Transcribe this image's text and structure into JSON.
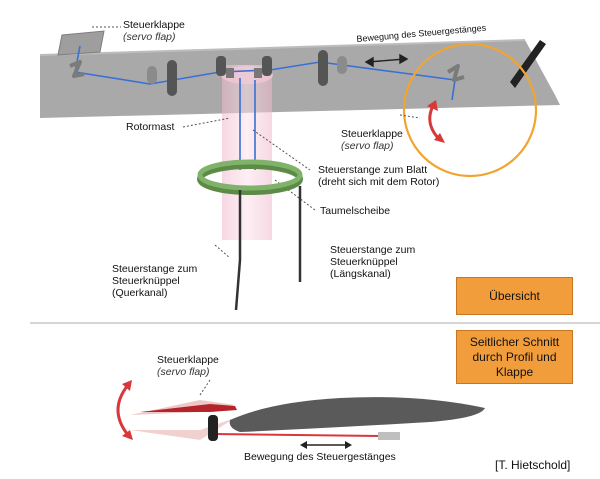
{
  "labels": {
    "servo_flap_top": "Steuerklappe",
    "servo_flap_top_en": "(servo flap)",
    "linkage_motion_top": "Bewegung des Steuergestänges",
    "rotor_mast": "Rotormast",
    "servo_flap_right": "Steuerklappe",
    "servo_flap_right_en": "(servo flap)",
    "blade_rod_line1": "Steuerstange zum Blatt",
    "blade_rod_line2": "(dreht sich mit dem Rotor)",
    "swashplate": "Taumelscheibe",
    "stick_long_line1": "Steuerstange zum",
    "stick_long_line2": "Steuerknüppel",
    "stick_long_line3": "(Längskanal)",
    "stick_lat_line1": "Steuerstange zum",
    "stick_lat_line2": "Steuerknüppel",
    "stick_lat_line3": "(Querkanal)",
    "servo_flap_bottom": "Steuerklappe",
    "servo_flap_bottom_en": "(servo flap)",
    "linkage_motion_bottom": "Bewegung des Steuergestänges"
  },
  "buttons": {
    "overview": "Übersicht",
    "section": "Seitlicher Schnitt durch Profil und Klappe"
  },
  "credit": "[T. Hietschold]",
  "colors": {
    "blade": "#a7a7a7",
    "rod_blue": "#3b6fd6",
    "swash_green": "#7fb36a",
    "mast_pink": "#f4c6d6",
    "highlight_orange": "#f0a531",
    "arrow_red": "#d9383a",
    "button_orange": "#f29d3c"
  }
}
